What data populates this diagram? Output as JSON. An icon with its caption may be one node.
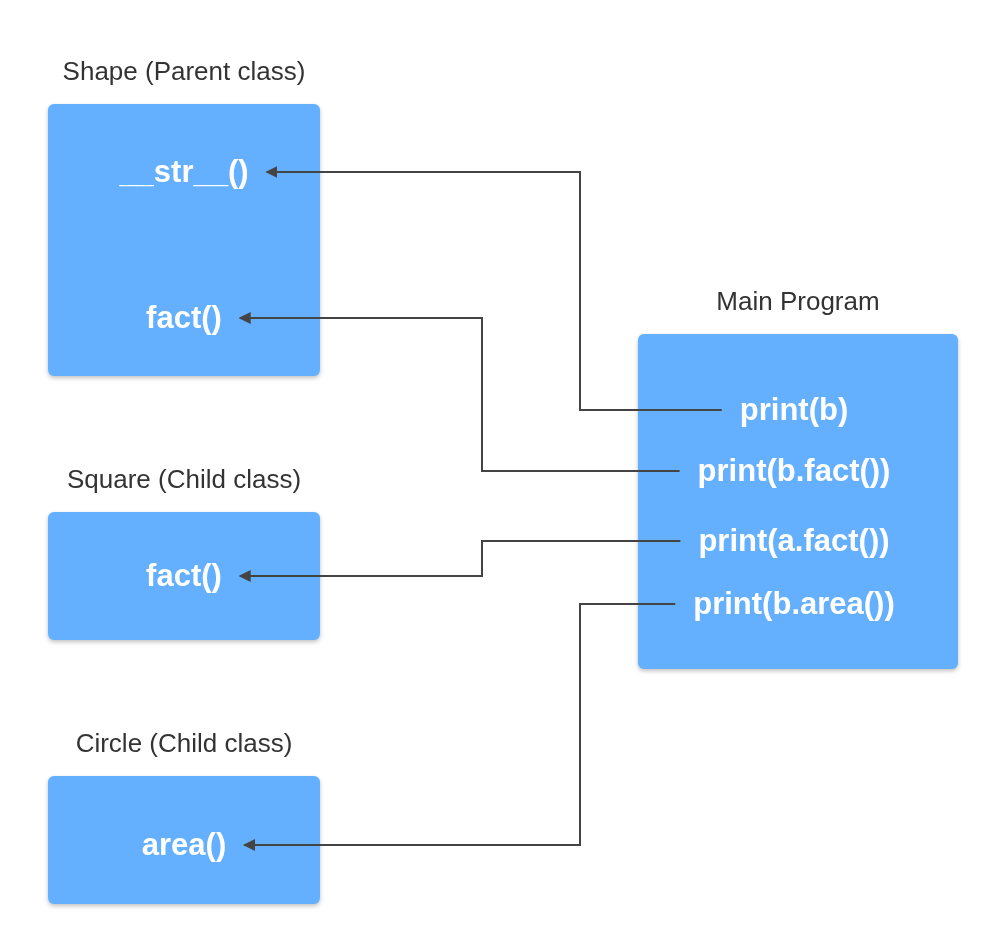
{
  "diagram": {
    "nodes": [
      {
        "text": [
          "Shape (Parent class)"
        ]
      },
      {
        "text": [
          "__str__()"
        ],
        "in": 0
      },
      {
        "text": [
          "fact()"
        ],
        "in": 0
      },
      {
        "text": [
          "Square (Child class)"
        ]
      },
      {
        "text": [
          "fact()"
        ],
        "in": 3
      },
      {
        "text": [
          "Circle (Child class)"
        ]
      },
      {
        "text": [
          "area()"
        ],
        "in": 5
      },
      {
        "text": [
          "Main Program"
        ]
      },
      {
        "text": [
          "print(b)"
        ],
        "in": 7
      },
      {
        "text": [
          "print(b.fact())"
        ],
        "in": 7
      },
      {
        "text": [
          "print(a.fact())"
        ],
        "in": 7
      },
      {
        "text": [
          "print(b.area())"
        ],
        "in": 7
      }
    ],
    "edges": [
      {
        "from": 8,
        "to": 1,
        "arrow": "to"
      },
      {
        "from": 9,
        "to": 2,
        "arrow": "to"
      },
      {
        "from": 10,
        "to": 4,
        "arrow": "to"
      },
      {
        "from": 11,
        "to": 6,
        "arrow": "to"
      }
    ]
  }
}
